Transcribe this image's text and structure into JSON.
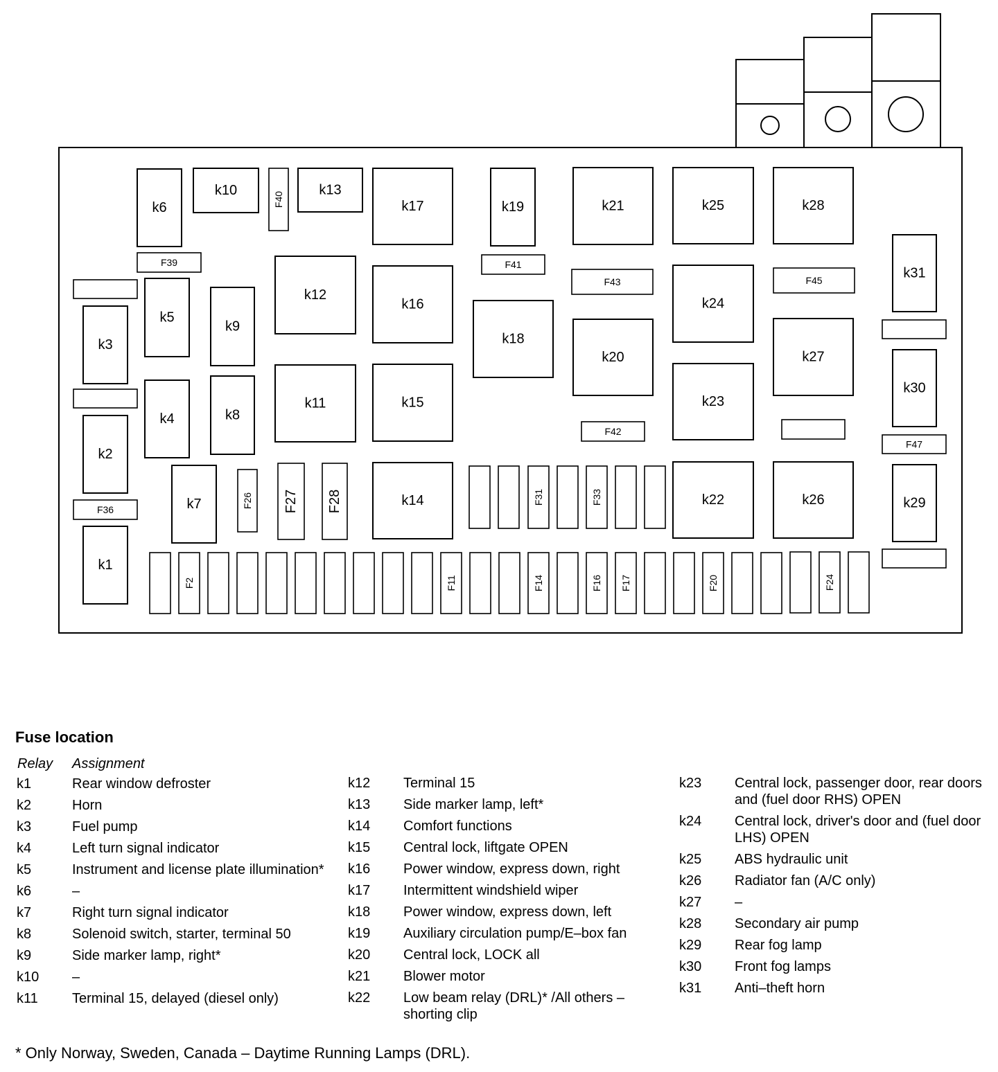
{
  "diagram": {
    "relays": [
      {
        "id": "k1",
        "label": "k1"
      },
      {
        "id": "k2",
        "label": "k2"
      },
      {
        "id": "k3",
        "label": "k3"
      },
      {
        "id": "k4",
        "label": "k4"
      },
      {
        "id": "k5",
        "label": "k5"
      },
      {
        "id": "k6",
        "label": "k6"
      },
      {
        "id": "k7",
        "label": "k7"
      },
      {
        "id": "k8",
        "label": "k8"
      },
      {
        "id": "k9",
        "label": "k9"
      },
      {
        "id": "k10",
        "label": "k10"
      },
      {
        "id": "k11",
        "label": "k11"
      },
      {
        "id": "k12",
        "label": "k12"
      },
      {
        "id": "k13",
        "label": "k13"
      },
      {
        "id": "k14",
        "label": "k14"
      },
      {
        "id": "k15",
        "label": "k15"
      },
      {
        "id": "k16",
        "label": "k16"
      },
      {
        "id": "k17",
        "label": "k17"
      },
      {
        "id": "k18",
        "label": "k18"
      },
      {
        "id": "k19",
        "label": "k19"
      },
      {
        "id": "k20",
        "label": "k20"
      },
      {
        "id": "k21",
        "label": "k21"
      },
      {
        "id": "k22",
        "label": "k22"
      },
      {
        "id": "k23",
        "label": "k23"
      },
      {
        "id": "k24",
        "label": "k24"
      },
      {
        "id": "k25",
        "label": "k25"
      },
      {
        "id": "k26",
        "label": "k26"
      },
      {
        "id": "k27",
        "label": "k27"
      },
      {
        "id": "k28",
        "label": "k28"
      },
      {
        "id": "k29",
        "label": "k29"
      },
      {
        "id": "k30",
        "label": "k30"
      },
      {
        "id": "k31",
        "label": "k31"
      }
    ],
    "fuses": [
      {
        "id": "F2",
        "label": "F2"
      },
      {
        "id": "F11",
        "label": "F11"
      },
      {
        "id": "F14",
        "label": "F14"
      },
      {
        "id": "F16",
        "label": "F16"
      },
      {
        "id": "F17",
        "label": "F17"
      },
      {
        "id": "F20",
        "label": "F20"
      },
      {
        "id": "F24",
        "label": "F24"
      },
      {
        "id": "F26",
        "label": "F26"
      },
      {
        "id": "F27",
        "label": "F27"
      },
      {
        "id": "F28",
        "label": "F28"
      },
      {
        "id": "F31",
        "label": "F31"
      },
      {
        "id": "F33",
        "label": "F33"
      },
      {
        "id": "F36",
        "label": "F36"
      },
      {
        "id": "F39",
        "label": "F39"
      },
      {
        "id": "F40",
        "label": "F40"
      },
      {
        "id": "F41",
        "label": "F41"
      },
      {
        "id": "F42",
        "label": "F42"
      },
      {
        "id": "F43",
        "label": "F43"
      },
      {
        "id": "F45",
        "label": "F45"
      },
      {
        "id": "F47",
        "label": "F47"
      }
    ]
  },
  "legend": {
    "title": "Fuse location",
    "header_relay": "Relay",
    "header_assignment": "Assignment",
    "columns": [
      [
        {
          "relay": "k1",
          "assignment": "Rear window defroster"
        },
        {
          "relay": "k2",
          "assignment": "Horn"
        },
        {
          "relay": "k3",
          "assignment": "Fuel pump"
        },
        {
          "relay": "k4",
          "assignment": "Left turn signal indicator"
        },
        {
          "relay": "k5",
          "assignment": "Instrument and license plate illumination*"
        },
        {
          "relay": "k6",
          "assignment": "–"
        },
        {
          "relay": "k7",
          "assignment": "Right turn signal indicator"
        },
        {
          "relay": "k8",
          "assignment": "Solenoid switch, starter, terminal 50"
        },
        {
          "relay": "k9",
          "assignment": "Side marker lamp, right*"
        },
        {
          "relay": "k10",
          "assignment": "–"
        },
        {
          "relay": "k11",
          "assignment": "Terminal 15, delayed (diesel only)"
        }
      ],
      [
        {
          "relay": "k12",
          "assignment": "Terminal 15"
        },
        {
          "relay": "k13",
          "assignment": "Side marker lamp, left*"
        },
        {
          "relay": "k14",
          "assignment": "Comfort functions"
        },
        {
          "relay": "k15",
          "assignment": "Central lock, liftgate OPEN"
        },
        {
          "relay": "k16",
          "assignment": "Power window, express down, right"
        },
        {
          "relay": "k17",
          "assignment": "Intermittent windshield wiper"
        },
        {
          "relay": "k18",
          "assignment": "Power window, express down, left"
        },
        {
          "relay": "k19",
          "assignment": "Auxiliary circulation pump/E–box fan"
        },
        {
          "relay": "k20",
          "assignment": "Central lock, LOCK all"
        },
        {
          "relay": "k21",
          "assignment": "Blower motor"
        },
        {
          "relay": "k22",
          "assignment": "Low beam relay (DRL)* /All others – shorting clip"
        }
      ],
      [
        {
          "relay": "k23",
          "assignment": "Central lock, passenger door, rear doors and (fuel door RHS) OPEN"
        },
        {
          "relay": "k24",
          "assignment": "Central lock, driver's door and (fuel door LHS) OPEN"
        },
        {
          "relay": "k25",
          "assignment": "ABS hydraulic unit"
        },
        {
          "relay": "k26",
          "assignment": "Radiator fan (A/C only)"
        },
        {
          "relay": "k27",
          "assignment": "–"
        },
        {
          "relay": "k28",
          "assignment": "Secondary air pump"
        },
        {
          "relay": "k29",
          "assignment": "Rear fog lamp"
        },
        {
          "relay": "k30",
          "assignment": "Front fog lamps"
        },
        {
          "relay": "k31",
          "assignment": "Anti–theft horn"
        }
      ]
    ]
  },
  "footnote": "*  Only Norway, Sweden, Canada – Daytime Running Lamps (DRL)."
}
